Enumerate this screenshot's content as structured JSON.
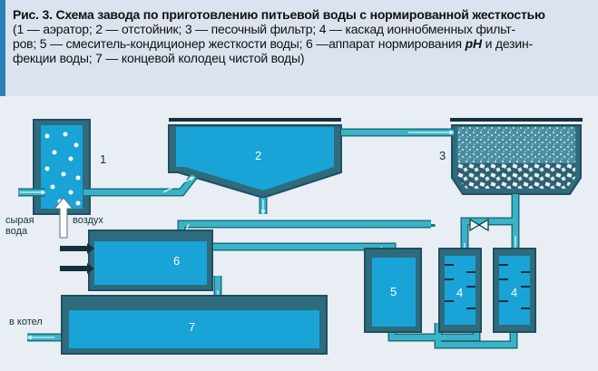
{
  "caption": {
    "title": "Рис. 3. Схема завода по приготовлению питьевой воды с нормированной жесткостью",
    "line2": "(1 — аэратор; 2 — отстойник; 3 — песочный фильтр; 4 — каскад ионнобменных фильт-",
    "line3_a": "ров; 5 — смеситель-кондиционер жесткости воды; 6 —аппарат нормирования ",
    "line3_ph": "pH",
    "line3_b": " и дезин-",
    "line4": "фекции воды; 7 — концевой колодец чистой воды)"
  },
  "labels": {
    "n1": "1",
    "n2": "2",
    "n3": "3",
    "n4a": "4",
    "n4b": "4",
    "n5": "5",
    "n6": "6",
    "n7": "7",
    "raw_water_1": "сырая",
    "raw_water_2": "вода",
    "air": "воздух",
    "to_boiler": "в котел"
  },
  "colors": {
    "accent": "#2a7fb5",
    "pipe": "#3ab3c6",
    "pipe_edge": "#1c6f80",
    "tank": "#2e6b7d",
    "tank_dark": "#1f4f60",
    "water": "#1aa3d6",
    "caption_bg": "#dbe4ee"
  }
}
